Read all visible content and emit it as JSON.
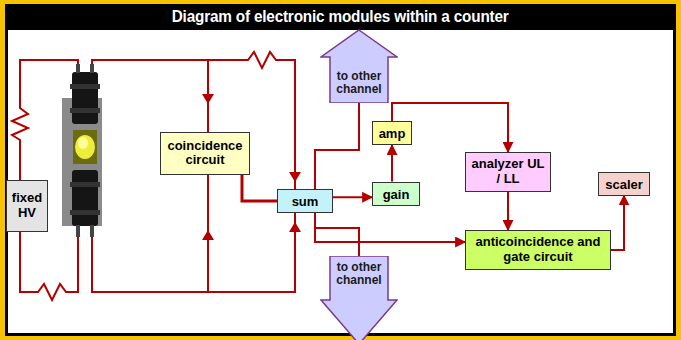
{
  "diagram": {
    "title": "Diagram of electronic modules within a counter",
    "nodes": [
      {
        "text": [
          "fixed HV"
        ]
      },
      {
        "text": [
          "coincidence circuit"
        ]
      },
      {
        "text": [
          "sum"
        ]
      },
      {
        "text": [
          "amp"
        ]
      },
      {
        "text": [
          "gain"
        ]
      },
      {
        "text": [
          "analyzer UL / LL"
        ]
      },
      {
        "text": [
          "scaler"
        ]
      },
      {
        "text": [
          "anticoincidence and gate circuit"
        ]
      },
      {
        "text": [
          "to other channel"
        ]
      },
      {
        "text": [
          "to other channel"
        ]
      }
    ],
    "edges": [
      {
        "from": 1,
        "to": 2,
        "arrow": "none"
      },
      {
        "from": 2,
        "to": 4,
        "arrow": "to"
      },
      {
        "from": 4,
        "to": 3,
        "arrow": "to"
      },
      {
        "from": 3,
        "to": 5,
        "arrow": "to"
      },
      {
        "from": 5,
        "to": 7,
        "arrow": "to"
      },
      {
        "from": 2,
        "to": 7,
        "arrow": "to"
      },
      {
        "from": 7,
        "to": 6,
        "arrow": "to"
      },
      {
        "from": 2,
        "to": 8,
        "arrow": "none"
      },
      {
        "from": 2,
        "to": 9,
        "arrow": "none"
      }
    ]
  }
}
